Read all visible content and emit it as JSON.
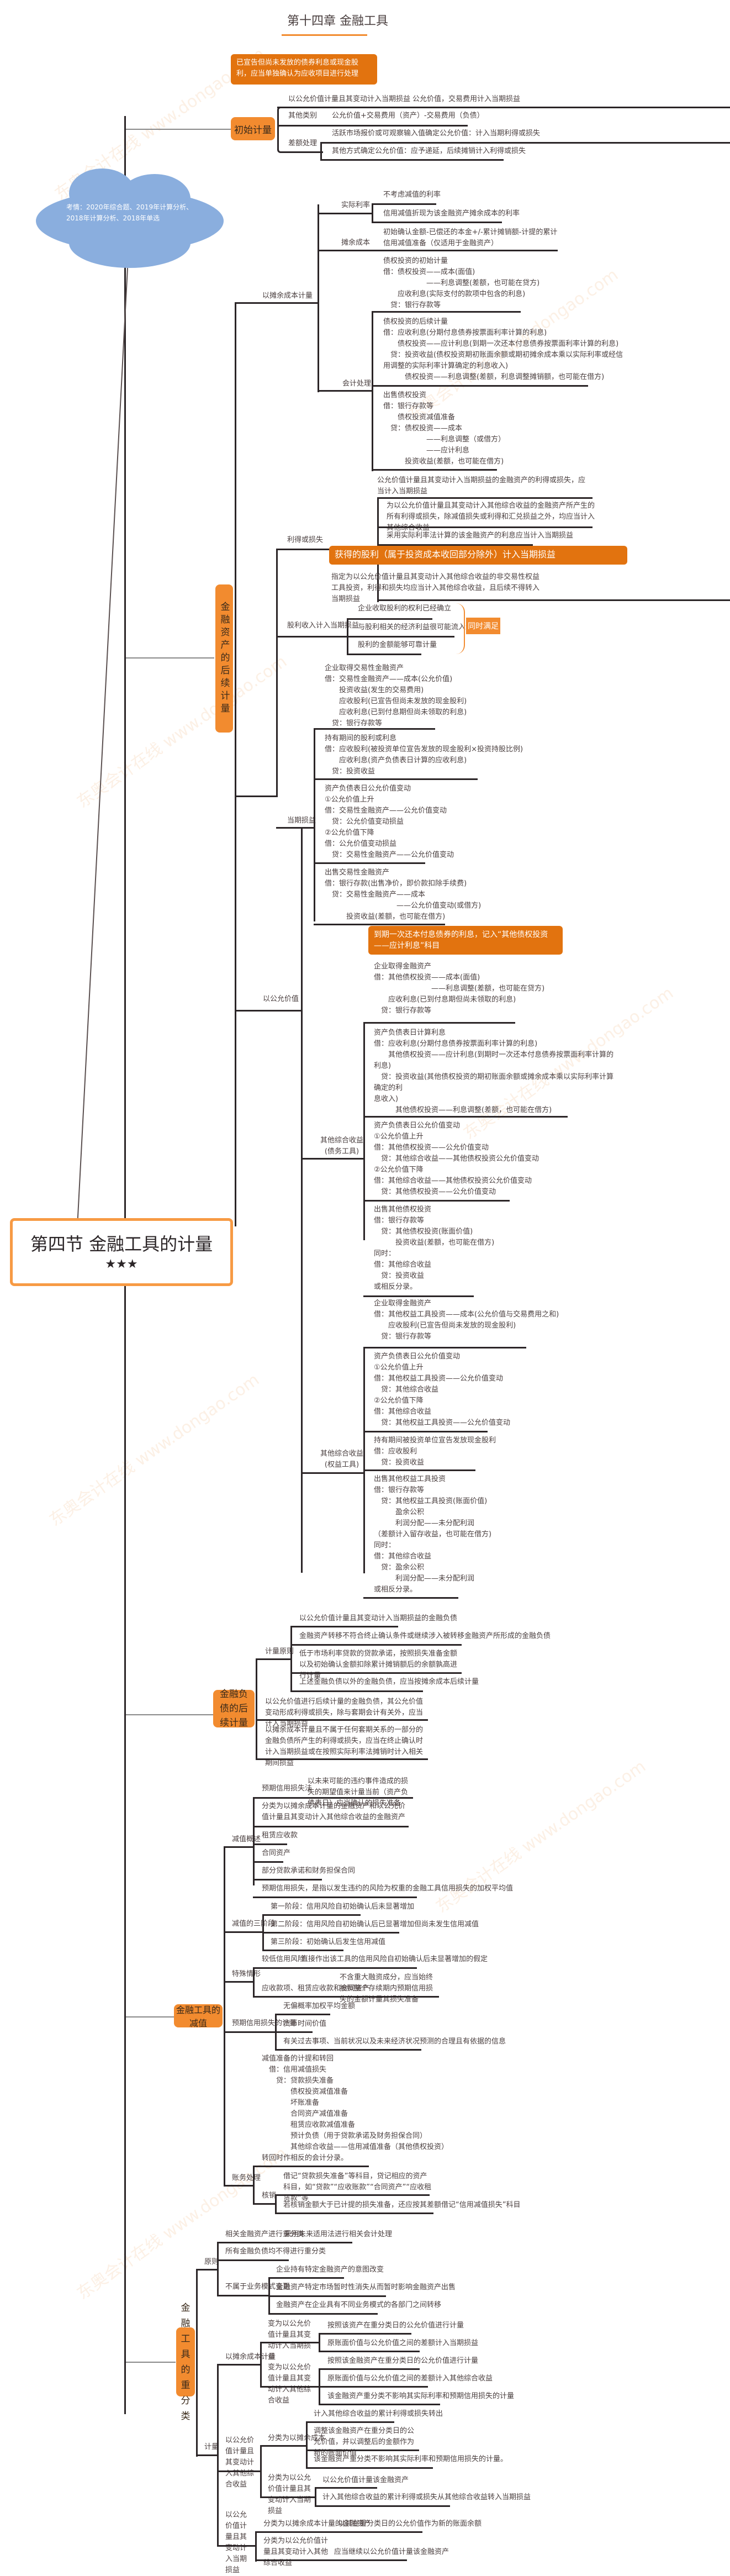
{
  "header": {
    "chapter_title": "第十四章 金融工具"
  },
  "root": {
    "title": "第四节 金融工具的计量",
    "stars": "★★★"
  },
  "exam_note": {
    "text": "考情：2020年综合题、2019年计算分析、\n2018年计算分析、2018年单选"
  },
  "watermark": "东奥会计在线 www.dongao.com",
  "initial_measurement": {
    "label": "初始计量",
    "callout": "已宣告但尚未发放的债券利息或现金股利，应当单独确认为应收项目进行处理",
    "fvtpl": "以公允价值计量且其变动计入当期损益",
    "fvtpl_detail": "公允价值，交易费用计入当期损益",
    "other_label": "其他类别",
    "other_detail": "公允价值+交易费用（资产）-交易费用（负债）",
    "diff_label": "差额处理",
    "diff_1": "活跃市场报价或可观察输入值确定公允价值：计入当期利得或损失",
    "diff_2": "其他方式确定公允价值：应予递延，后续摊销计入利得或损失"
  },
  "fa_subsequent": {
    "label": "金融资产的后续计量",
    "amortized_cost": {
      "label": "以摊余成本计量",
      "eir_label": "实际利率",
      "eir_1": "不考虑减值的利率",
      "eir_2": "信用减值折现为该金融资产摊余成本的利率",
      "ac_label": "摊余成本",
      "ac_detail": "初始确认金额-已偿还的本金+/-累计摊销额-计提的累计信用减值准备（仅适用于金融资产）",
      "acct_label": "会计处理",
      "entry_initial": "债权投资的初始计量\n借：债权投资——成本(面值)\n　　　　　　——利息调整(差额，也可能在贷方)\n　　应收利息(实际支付的款项中包含的利息)\n　贷：银行存款等",
      "entry_subsequent": "债权投资的后续计量\n借：应收利息(分期付息债券按票面利率计算的利息)\n　　债权投资——应计利息(到期一次还本付息债券按票面利率计算的利息)\n　贷：投资收益(债权投资期初账面余额或期初摊余成本乘以实际利率或经信\n用调整的实际利率计算确定的利息收入)\n　　　债权投资——利息调整(差额，利息调整摊销额，也可能在借方)",
      "entry_sale": "出售债权投资\n借：银行存款等\n　　债权投资减值准备\n　贷：债权投资——成本\n　　　　　　——利息调整（或借方）\n　　　　　　——应计利息\n　　　投资收益(差额，也可能在借方)"
    },
    "gains_losses": {
      "label": "利得或损失",
      "item_1": "公允价值计量且其变动计入当期损益的金融资产的利得或损失，应当计入当期损益",
      "item_2": "为以公允价值计量且其变动计入其他综合收益的金融资产所产生的所有利得或损失，除减值损失或利得和汇兑损益之外，均应当计入其他综合收益",
      "item_3": "采用实际利率法计算的该金融资产的利息应当计入当期损益",
      "callout": "获得的股利（属于投资成本收回部分除外）计入当期损益",
      "item_4": "指定为以公允价值计量且其变动计入其他综合收益的非交易性权益工具投资，利得和损失均应当计入其他综合收益，且后续不得转入当期损益"
    },
    "dividend": {
      "label": "股利收入计入当期损益",
      "cond_1": "企业收取股利的权利已经确立",
      "cond_2": "与股利相关的经济利益很可能流入企业",
      "cond_3": "股利的金额能够可靠计量",
      "tag": "同时满足"
    },
    "fair_value": {
      "label": "以公允价值",
      "pl": {
        "label": "当期损益",
        "entry_1": "企业取得交易性金融资产\n借：交易性金融资产——成本(公允价值)\n　　投资收益(发生的交易费用)\n　　应收股利(已宣告但尚未发放的现金股利)\n　　应收利息(已到付息期但尚未领取的利息)\n　贷：银行存款等",
        "entry_2": "持有期间的股利或利息\n借：应收股利(被投资单位宣告发放的现金股利×投资持股比例)\n　　应收利息(资产负债表日计算的应收利息)\n　贷：投资收益",
        "entry_3": "资产负债表日公允价值变动\n①公允价值上升\n借：交易性金融资产——公允价值变动\n　贷：公允价值变动损益\n②公允价值下降\n借：公允价值变动损益\n　贷：交易性金融资产——公允价值变动",
        "entry_4": "出售交易性金融资产\n借：银行存款(出售净价，即价款扣除手续费)\n　贷：交易性金融资产——成本\n　　　　　　　　　　——公允价值变动(或借方)\n　　　投资收益(差额，也可能在借方)"
      },
      "oci_debt": {
        "label": "其他综合收益\n(债务工具)",
        "callout": "到期一次还本付息债券的利息，记入“其他债权投资——应计利息”科目",
        "entry_1": "企业取得金融资产\n借：其他债权投资——成本(面值)\n　　　　　　　　——利息调整(差额，也可能在贷方)\n　　应收利息(已到付息期但尚未领取的利息)\n　贷：银行存款等",
        "entry_2": "资产负债表日计算利息\n借：应收利息(分期付息债券按票面利率计算的利息)\n　　其他债权投资——应计利息(到期时一次还本付息债券按票面利率计算的\n利息)\n　贷：投资收益(其他债权投资的期初账面余额或摊余成本乘以实际利率计算\n确定的利\n息收入)\n　　　其他债权投资——利息调整(差额，也可能在借方)",
        "entry_3": "资产负债表日公允价值变动\n①公允价值上升\n借：其他债权投资——公允价值变动\n　贷：其他综合收益——其他债权投资公允价值变动\n②公允价值下降\n借：其他综合收益——其他债权投资公允价值变动\n　贷：其他债权投资——公允价值变动",
        "entry_4": "出售其他债权投资\n借：银行存款等\n　贷：其他债权投资(账面价值)\n　　　投资收益(差额，也可能在借方)\n同时：\n借：其他综合收益\n　贷：投资收益\n或相反分录。"
      },
      "oci_equity": {
        "label": "其他综合收益\n(权益工具)",
        "entry_1": "企业取得金融资产\n借：其他权益工具投资——成本(公允价值与交易费用之和)\n　　应收股利(已宣告但尚未发放的现金股利)\n　贷：银行存款等",
        "entry_2": "资产负债表日公允价值变动\n①公允价值上升\n借：其他权益工具投资——公允价值变动\n　贷：其他综合收益\n②公允价值下降\n借：其他综合收益\n　贷：其他权益工具投资——公允价值变动",
        "entry_3": "持有期间被投资单位宣告发放现金股利\n借：应收股利\n　贷：投资收益",
        "entry_4": "出售其他权益工具投资\n借：银行存款等\n　贷：其他权益工具投资(账面价值)\n　　　盈余公积\n　　　利润分配——未分配利润\n（差额计入留存收益，也可能在借方)\n同时：\n借：其他综合收益\n　贷：盈余公积\n　　　利润分配——未分配利润\n或相反分录。"
      }
    }
  },
  "fl_subsequent": {
    "label": "金融负债的后续计量",
    "principle_label": "计量原则",
    "p_1": "以公允价值计量且其变动计入当期损益的金融负债",
    "p_2": "金融资产转移不符合终止确认条件或继续涉入被转移金融资产所形成的金融负债",
    "p_3": "低于市场利率贷款的贷款承诺，按照损失准备金额以及初始确认金额扣除累计摊销额后的余额孰高进行计量",
    "p_4": "上述金融负债以外的金融负债，应当按摊余成本后续计量",
    "item_1": "以公允价值进行后续计量的金融负债，其公允价值变动形成利得或损失，除与套期会计有关外，应当计入当期损益",
    "item_2": "以摊余成本计量且不属于任何套期关系的一部分的金融负债所产生的利得或损失，应当在终止确认时计入当期损益或在按照实际利率法摊销时计入相关期间损益"
  },
  "impairment": {
    "label": "金融工具的减值",
    "overview_label": "减值概述",
    "ecl_label": "预期信用损失法",
    "ecl_detail": "以未来可能的违约事件造成的损失的期望值来计量当前（资产负债表日）应当确认的损失准备",
    "scope_1": "分类为以摊余成本计量的金融资产和以公允价值计量且其变动计入其他综合收益的金融资产",
    "scope_2": "租赁应收款",
    "scope_3": "合同资产",
    "scope_4": "部分贷款承诺和财务担保合同",
    "ecl_def": "预期信用损失，是指以发生违约的风险为权重的金融工具信用损失的加权平均值",
    "stages_label": "减值的三阶段",
    "stage_1": "第一阶段：信用风险自初始确认后未显著增加",
    "stage_2": "第二阶段：信用风险自初始确认后已显著增加但尚未发生信用减值",
    "stage_3": "第三阶段：初始确认后发生信用减值",
    "special_label": "特殊情形",
    "low_risk_label": "较低信用风险",
    "low_risk_detail": "直接作出该工具的信用风险自初始确认后未显著增加的假定",
    "receivables_label": "应收款项、租赁应收款和合同资产",
    "receivables_detail": "不含重大融资成分，应当始终按照整个存续期内预期信用损失的金额计量其损失准备",
    "measure_label": "预期信用损失的计量",
    "measure_1": "无偏概率加权平均金额",
    "measure_2": "货币时间价值",
    "measure_3": "有关过去事项、当前状况以及未来经济状况预测的合理且有依据的信息",
    "acct_label": "账务处理",
    "acct_entry": "减值准备的计提和转回\n　借：信用减值损失\n　　贷：贷款损失准备\n　　　　债权投资减值准备\n　　　　坏账准备\n　　　　合同资产减值准备\n　　　　租赁应收款减值准备\n　　　　预计负债（用于贷款承诺及财务担保合同）\n　　　　其他综合收益——信用减值准备（其他债权投资）\n转回时作相反的会计分录。",
    "writeoff_label": "核销",
    "writeoff_1": "借记“贷款损失准备”等科目，贷记相应的资产科目，如“贷款”“应收账款”“合同资产”“应收租赁款”等",
    "writeoff_2": "若核销金额大于已计提的损失准备，还应按其差额借记“信用减值损失”科目"
  },
  "reclassification": {
    "label": "金融工具的重分类",
    "principle_label": "原则",
    "r_1": "相关金融资产进行重分类",
    "r_1_detail": "采用未来适用法进行相关会计处理",
    "r_2": "所有金融负债均不得进行重分类",
    "not_change_label": "不属于业务模式变更",
    "nc_1": "企业持有特定金融资产的意图改变",
    "nc_2": "金融资产特定市场暂时性消失从而暂时影响金融资产出售",
    "nc_3": "金融资产在企业具有不同业务模式的各部门之间转移",
    "measure_label": "计量",
    "ac_label": "以摊余成本计量",
    "ac_to_fvpl": "变为以公允价值计量且其变动计入当期损益",
    "ac_to_fvpl_1": "按照该资产在重分类日的公允价值进行计量",
    "ac_to_fvpl_2": "原账面价值与公允价值之间的差额计入当期损益",
    "ac_to_fvoci": "变为以公允价值计量且其变动计入其他综合收益",
    "ac_to_fvoci_1": "按照该金融资产在重分类日的公允价值进行计量",
    "ac_to_fvoci_2": "原账面价值与公允价值之间的差额计入其他综合收益",
    "ac_to_fvoci_3": "该金融资产重分类不影响其实际利率和预期信用损失的计量",
    "fvoci_label": "以公允价值计量且其变动计入其他综合收益",
    "fvoci_to_ac": "分类为以摊余成本",
    "fvoci_to_ac_1": "计入其他综合收益的累计利得或损失转出",
    "fvoci_to_ac_2": "调整该金融资产在重分类日的公允价值，并以调整后的金额作为新的账面价值",
    "fvoci_to_ac_3": "该金融资产重分类不影响其实际利率和预期信用损失的计量。",
    "fvoci_to_fvpl": "分类为以公允价值计量且其变动计入当期损益",
    "fvoci_to_fvpl_1": "以公允价值计量该金融资产",
    "fvoci_to_fvpl_2": "计入其他综合收益的累计利得或损失从其他综合收益转入当期损益",
    "fvpl_label": "以公允价值计量且其变动计入当期损益",
    "fvpl_to_ac": "分类为以摊余成本计量的金融资产",
    "fvpl_to_ac_detail": "以其在重分类日的公允价值作为新的账面余额",
    "fvpl_to_fvoci": "分类为以公允价值计量且其变动计入其他综合收益",
    "fvpl_to_fvoci_detail": "应当继续以公允价值计量该金融资产"
  },
  "colors": {
    "accent_orange": "#f28b2f",
    "callout_orange": "#e2730f",
    "cloud_blue": "#8aaede",
    "line": "#2b2527",
    "text": "#4a3f3f"
  }
}
